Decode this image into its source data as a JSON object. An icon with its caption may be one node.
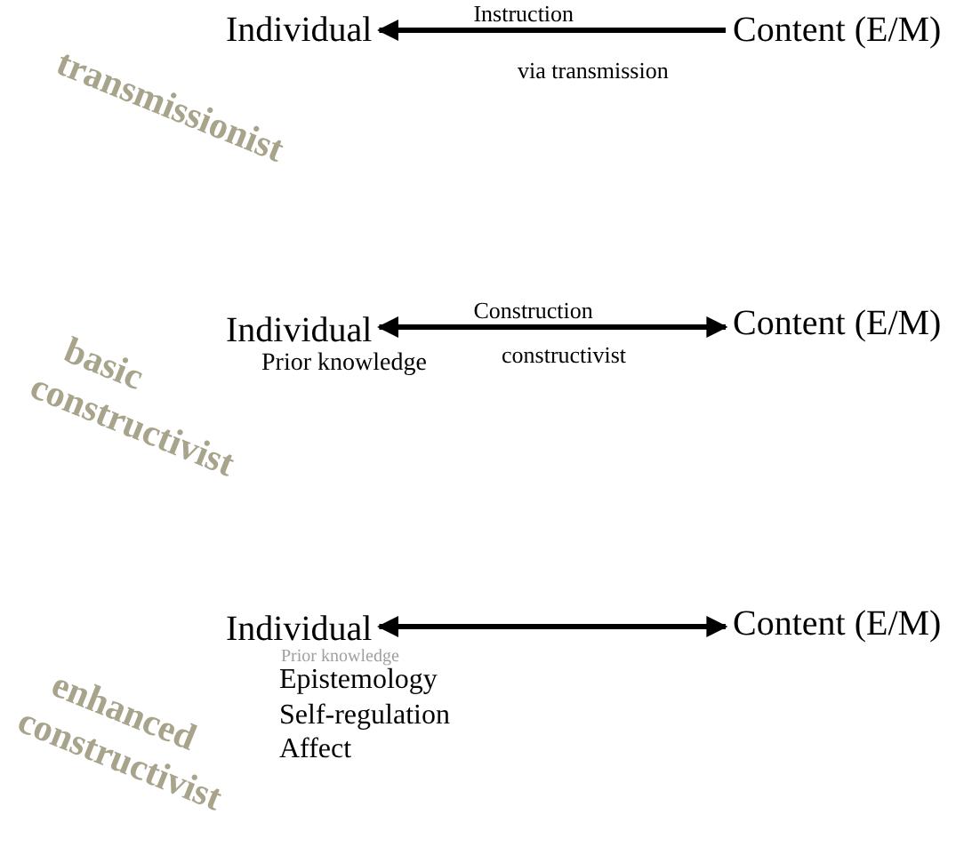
{
  "diagram": {
    "nodes": [
      {
        "text": [
          "Individual"
        ]
      },
      {
        "text": [
          "Content (E/M)"
        ]
      },
      {
        "text": [
          "Individual"
        ],
        "beside": [
          "Prior knowledge"
        ]
      },
      {
        "text": [
          "Content (E/M)"
        ]
      },
      {
        "text": [
          "Individual"
        ],
        "beside": [
          "Prior knowledge",
          "Epistemology",
          "Self-regulation",
          "Affect"
        ]
      },
      {
        "text": [
          "Content (E/M)"
        ]
      }
    ],
    "edges": [
      {
        "from": 1,
        "to": 0,
        "arrow": "to",
        "label": "Instruction"
      },
      {
        "from": 2,
        "to": 3,
        "arrow": "both",
        "label": "Construction"
      },
      {
        "from": 4,
        "to": 5,
        "arrow": "both"
      }
    ],
    "labels": [
      "transmissionist",
      "via transmission",
      "constructivist",
      "basic constructivist",
      "enhanced constructivist"
    ]
  }
}
